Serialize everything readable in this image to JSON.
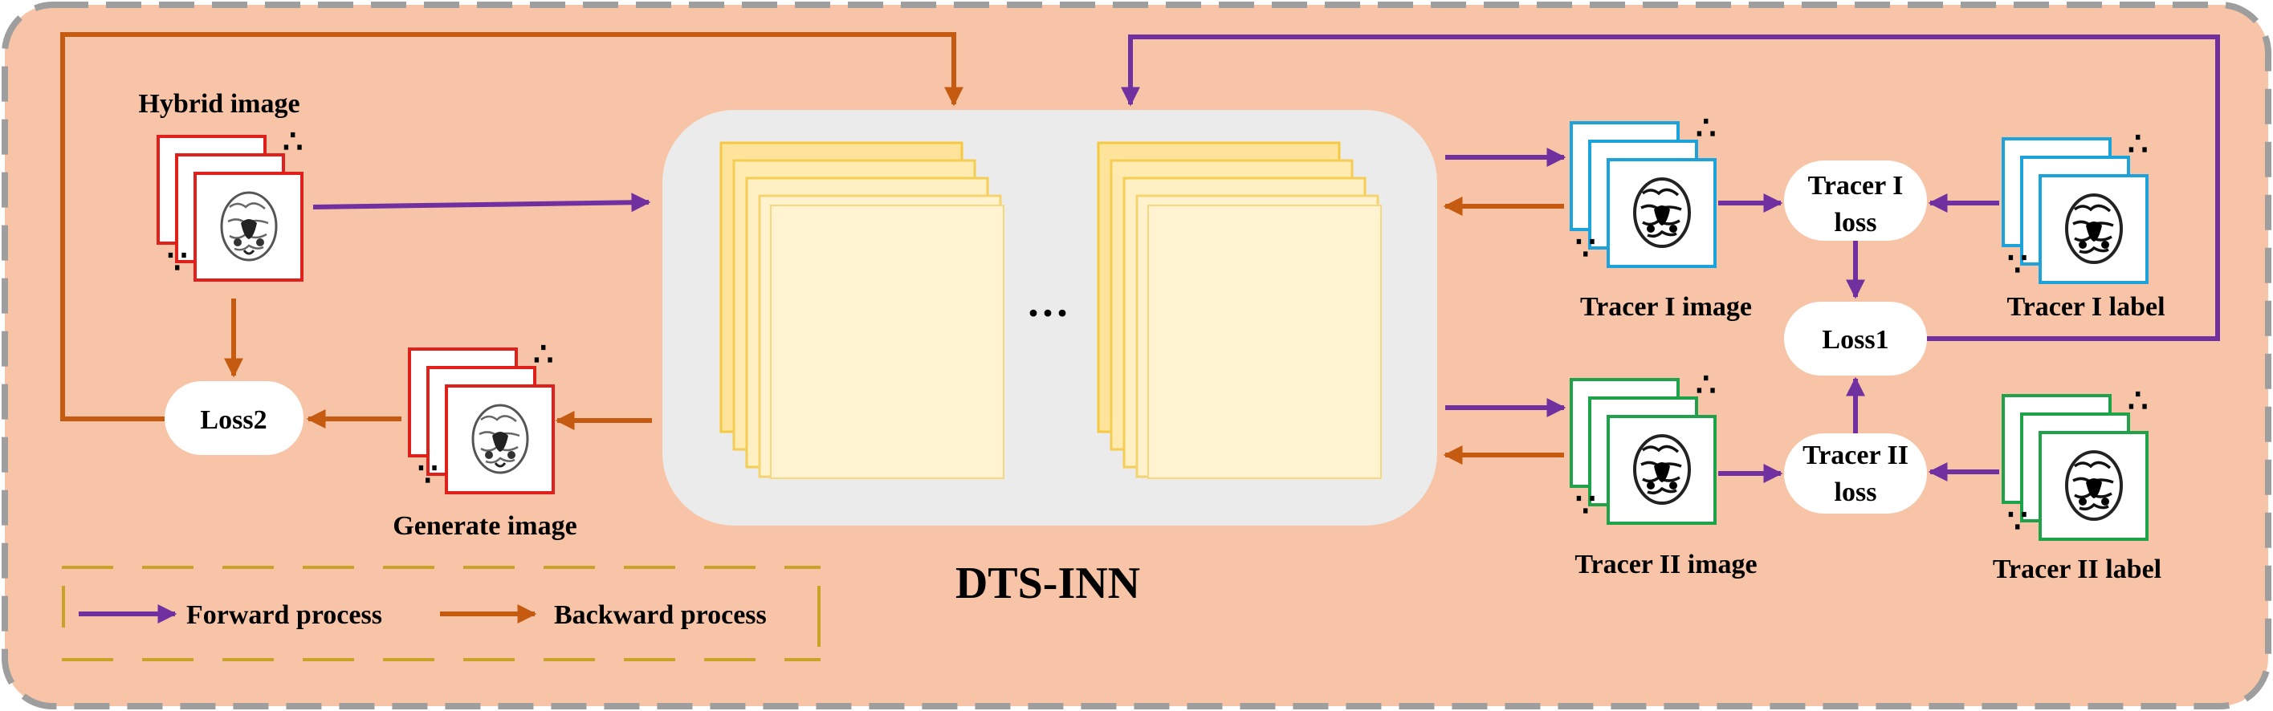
{
  "title": "DTS-INN",
  "labels": {
    "hybrid_image": "Hybrid   image",
    "generate_image": "Generate  image",
    "tracer1_image": "Tracer I image",
    "tracer2_image": "Tracer II image",
    "tracer1_label": "Tracer I label",
    "tracer2_label": "Tracer II label",
    "loss1": "Loss1",
    "loss2": "Loss2",
    "tracer1_loss_line1": "Tracer I",
    "tracer1_loss_line2": "loss",
    "tracer2_loss_line1": "Tracer II",
    "tracer2_loss_line2": "loss",
    "ellipsis": "···"
  },
  "legend": {
    "forward": "Forward process",
    "backward": "Backward process"
  },
  "colors": {
    "background": "#F7C4A7",
    "border_dash": "#9E9E9E",
    "forward_arrow": "#7030A0",
    "backward_arrow": "#C55A11",
    "hybrid_frame": "#E0201B",
    "tracer1_frame": "#1CA3DC",
    "tracer2_frame": "#1FA34A",
    "network_panel": "#EBEBEB",
    "layer_fill": "#FFF0C8",
    "layer_edge": "#F5CD55",
    "legend_border": "#C9A227"
  },
  "icons": [
    "brain-scan-icon"
  ]
}
